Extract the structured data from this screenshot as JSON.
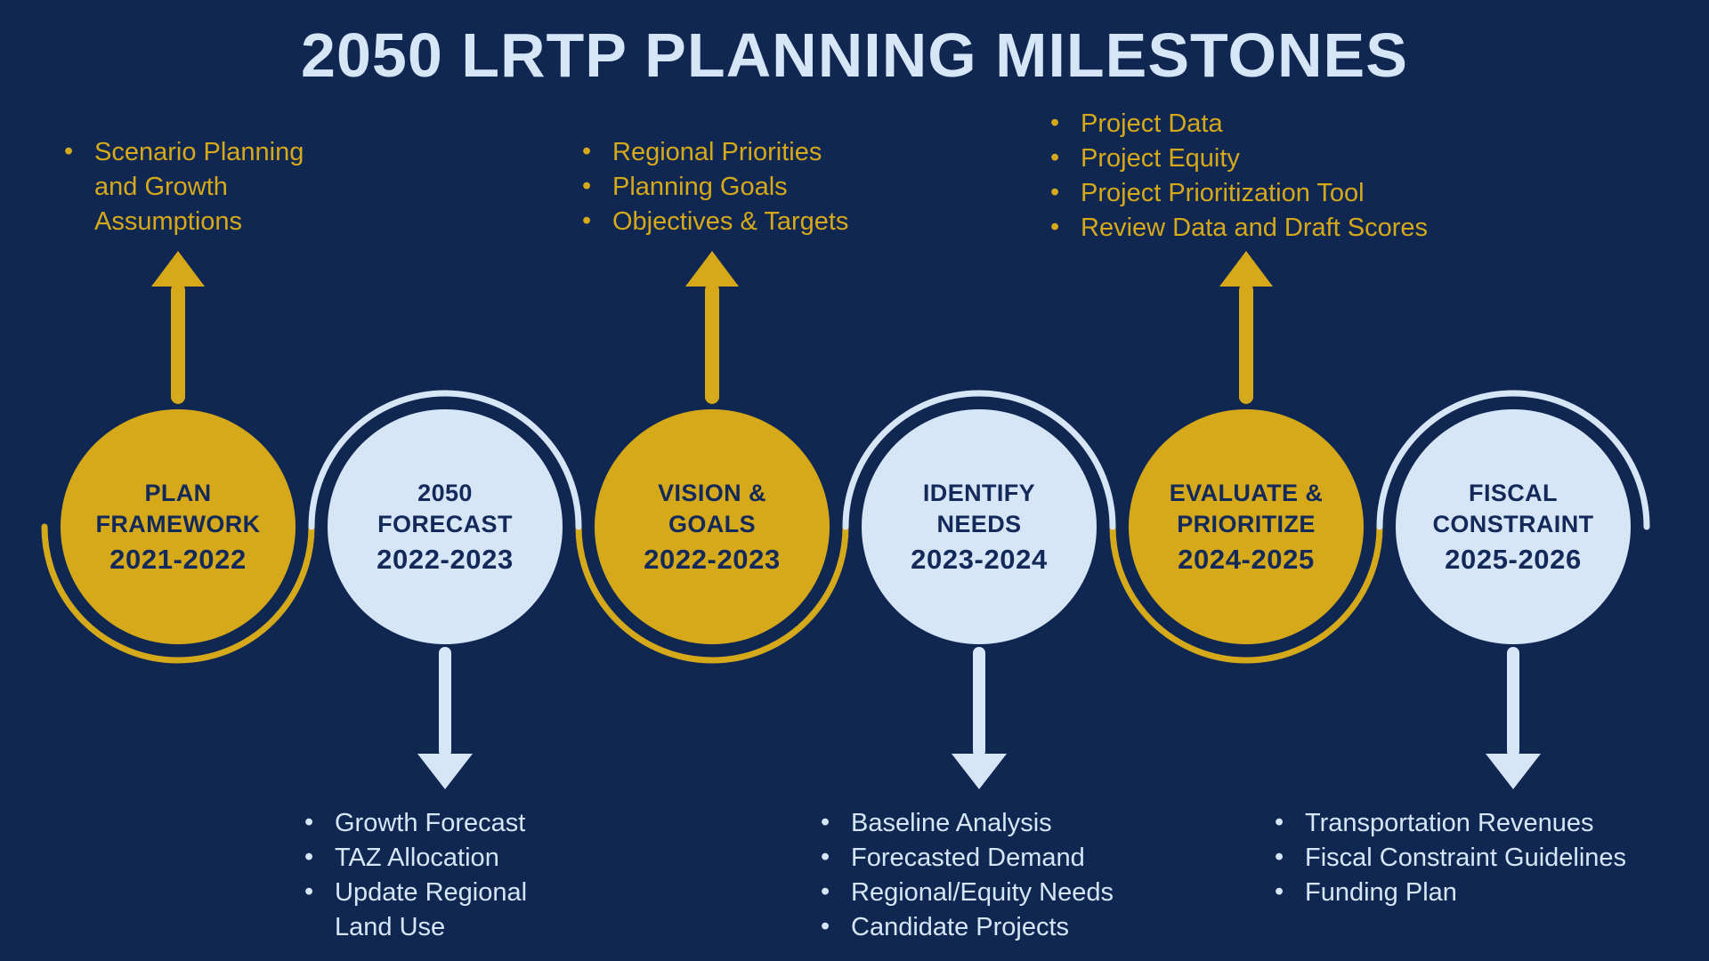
{
  "title": "2050 LRTP PLANNING MILESTONES",
  "colors": {
    "background": "#0F2751",
    "gold": "#D6A91A",
    "light_blue": "#D6E6F6",
    "navy_text": "#13295A"
  },
  "milestones": [
    {
      "name": "PLAN FRAMEWORK",
      "years": "2021-2022",
      "theme": "gold",
      "callout": {
        "direction": "up",
        "items": [
          "Scenario Planning and Growth Assumptions"
        ]
      }
    },
    {
      "name": "2050 FORECAST",
      "years": "2022-2023",
      "theme": "light",
      "callout": {
        "direction": "down",
        "items": [
          "Growth Forecast",
          "TAZ Allocation",
          "Update Regional Land Use"
        ]
      }
    },
    {
      "name": "VISION & GOALS",
      "years": "2022-2023",
      "theme": "gold",
      "callout": {
        "direction": "up",
        "items": [
          "Regional Priorities",
          "Planning Goals",
          "Objectives & Targets"
        ]
      }
    },
    {
      "name": "IDENTIFY NEEDS",
      "years": "2023-2024",
      "theme": "light",
      "callout": {
        "direction": "down",
        "items": [
          "Baseline Analysis",
          "Forecasted Demand",
          "Regional/Equity Needs",
          "Candidate Projects"
        ]
      }
    },
    {
      "name": "EVALUATE & PRIORITIZE",
      "years": "2024-2025",
      "theme": "gold",
      "callout": {
        "direction": "up",
        "items": [
          "Project Data",
          "Project Equity",
          "Project Prioritization Tool",
          "Review Data and Draft Scores"
        ]
      }
    },
    {
      "name": "FISCAL CONSTRAINT",
      "years": "2025-2026",
      "theme": "light",
      "callout": {
        "direction": "down",
        "items": [
          "Transportation Revenues",
          "Fiscal Constraint Guidelines",
          "Funding Plan"
        ]
      }
    }
  ]
}
